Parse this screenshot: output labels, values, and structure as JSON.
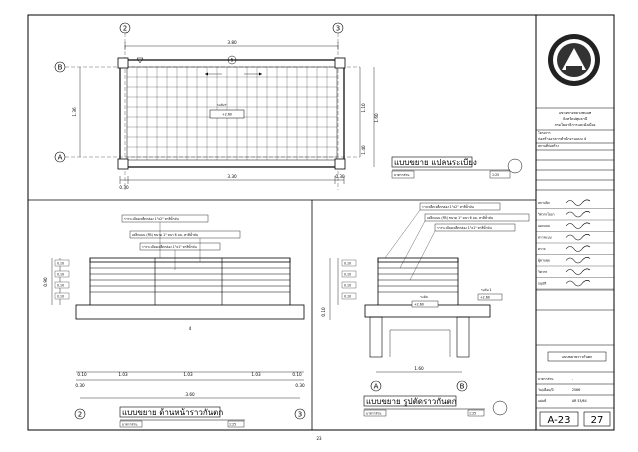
{
  "plan": {
    "grid_top": [
      "2",
      "3"
    ],
    "grid_left": [
      "B",
      "A"
    ],
    "north_mark": "5",
    "dim_top": "3.80",
    "dim_bottom": "3.30",
    "dim_bottom_left": "0.30",
    "dim_bottom_right": "0.30",
    "dim_left": "1.36",
    "dim_right_1": "1.10",
    "dim_right_2": "1.60",
    "dim_right_3": "1.40",
    "level_label": "ระดับ+",
    "level_value": "+2.60",
    "title": "แบบขยาย แปลนระเบียง",
    "scale_label": "มาตราส่วน",
    "scale": "1:25"
  },
  "front_elevation": {
    "note_1": "ราวระเบียงเหล็กกล่อง 1\"x2\" ทาสีน้ำมัน",
    "note_2": "เหล็กแบน (FB) ขนาด 1\" หนา 6 มม. ทาสีน้ำมัน",
    "note_3": "ราวระเบียงเหล็กกล่อง 1\"x1\" ทาสีน้ำมัน",
    "left_dims": [
      "0.10",
      "0.10",
      "0.10",
      "0.10"
    ],
    "left_total": "0.90",
    "bottom_dims": [
      "0.10",
      "1.03",
      "1.03",
      "1.03",
      "0.10"
    ],
    "bottom_left": "0.30",
    "bottom_right": "0.30",
    "total": "3.60",
    "center_mark": "4",
    "grid_left": "2",
    "grid_right": "3",
    "title": "แบบขยาย ด้านหน้าราวกันตก",
    "scale_label": "มาตราส่วน",
    "scale": "1:25"
  },
  "section": {
    "note_1": "ราวเหล็กเหล็กกล่อง 1\"x2\" ทาสีน้ำมัน",
    "note_2": "เหล็กแบน (FB) ขนาด 1\" หนา 6 มม. ทาสีน้ำมัน",
    "note_3": "ราวระเบียงเหล็กกล่อง 1\"x1\" ทาสีน้ำมัน",
    "left_dims": [
      "0.10",
      "0.10",
      "0.10",
      "0.10"
    ],
    "left_total": "0.10",
    "level_label": "ระดับ",
    "level_value": "+2.60",
    "callout_label": "ระดับ 1",
    "callout_value": "+2.60",
    "dim_bottom": "1.60",
    "grid_left": "A",
    "grid_right": "B",
    "title": "แบบขยาย รูปตัดราวกันตก",
    "scale_label": "มาตราส่วน",
    "scale": "1:25"
  },
  "title_block": {
    "org_1": "แขวงทางหลวงชนบท",
    "org_2": "จังหวัดปทุมธานี",
    "org_3": "กรมโยธาธิการและผังเมือง",
    "project_label": "โครงการ",
    "project": "ก่อสร้างอาคารสำนักงานแบบ 4",
    "location_label": "สถานที่ก่อสร้าง",
    "rows": [
      {
        "label": "สถาปนิก",
        "value": "ลายเซ็น"
      },
      {
        "label": "วิศวกรโยธา",
        "value": "ลายเซ็น"
      },
      {
        "label": "ออกแบบ",
        "value": "ลายเซ็น"
      },
      {
        "label": "ตรวจแบบ",
        "value": "ลายเซ็น"
      },
      {
        "label": "ตรวจ",
        "value": "ลายเซ็น"
      },
      {
        "label": "ผู้ควบคุม",
        "value": "ลายเซ็น"
      },
      {
        "label": "วิศวกร",
        "value": "ลายเซ็น"
      },
      {
        "label": "อนุมัติ",
        "value": "ลายเซ็น"
      }
    ],
    "sheet_title": "แบบขยายราวกันตก",
    "scale_label": "มาตราส่วน",
    "scale_value": "-",
    "date_label": "วัน/เดือน/ปี",
    "date_value": "2566",
    "dwg_label": "แผ่นที่",
    "dwg_value": "AR 53/64",
    "sheet_code": "A-23",
    "sheet_no": "27"
  },
  "page_number": "23"
}
